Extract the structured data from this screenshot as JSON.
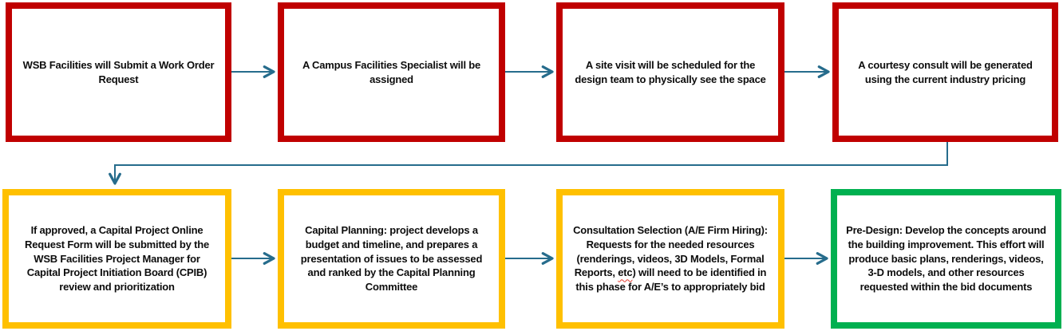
{
  "colors": {
    "top_row_border": "#C00000",
    "bottom_row_border": "#FFC000",
    "final_border": "#00B050",
    "connector": "#266C8C",
    "box_fill": "#FFFFFF",
    "text": "#0D0D0D",
    "spellcheck": "#E8392E"
  },
  "flowchart": {
    "top_row": [
      {
        "id": "step-1",
        "text": "WSB Facilities will Submit a Work Order Request"
      },
      {
        "id": "step-2",
        "text": "A Campus Facilities Specialist will be assigned"
      },
      {
        "id": "step-3",
        "text": "A site visit will be scheduled for the design team to physically see the space"
      },
      {
        "id": "step-4",
        "text": "A courtesy consult will be generated using the current industry pricing"
      }
    ],
    "bottom_row": [
      {
        "id": "step-5",
        "text": "If approved, a Capital Project Online Request Form will be submitted by the WSB Facilities Project Manager for Capital Project Initiation Board (CPIB) review and  prioritization"
      },
      {
        "id": "step-6",
        "text": "Capital Planning: project develops a budget and timeline, and prepares a presentation of issues to be assessed and ranked by the Capital Planning Committee"
      },
      {
        "id": "step-7",
        "text_before": "Consultation Selection (A/E Firm Hiring): Requests for the needed resources (renderings, videos, 3D Models, Formal Reports, ",
        "spellcheck_word": "etc",
        "text_after": ") will need to be identified in this phase for A/E’s to appropriately bid"
      },
      {
        "id": "step-8",
        "text": "Pre-Design: Develop the concepts around the building improvement. This effort will produce basic plans, renderings, videos, 3-D models, and other resources requested within the bid documents"
      }
    ]
  }
}
